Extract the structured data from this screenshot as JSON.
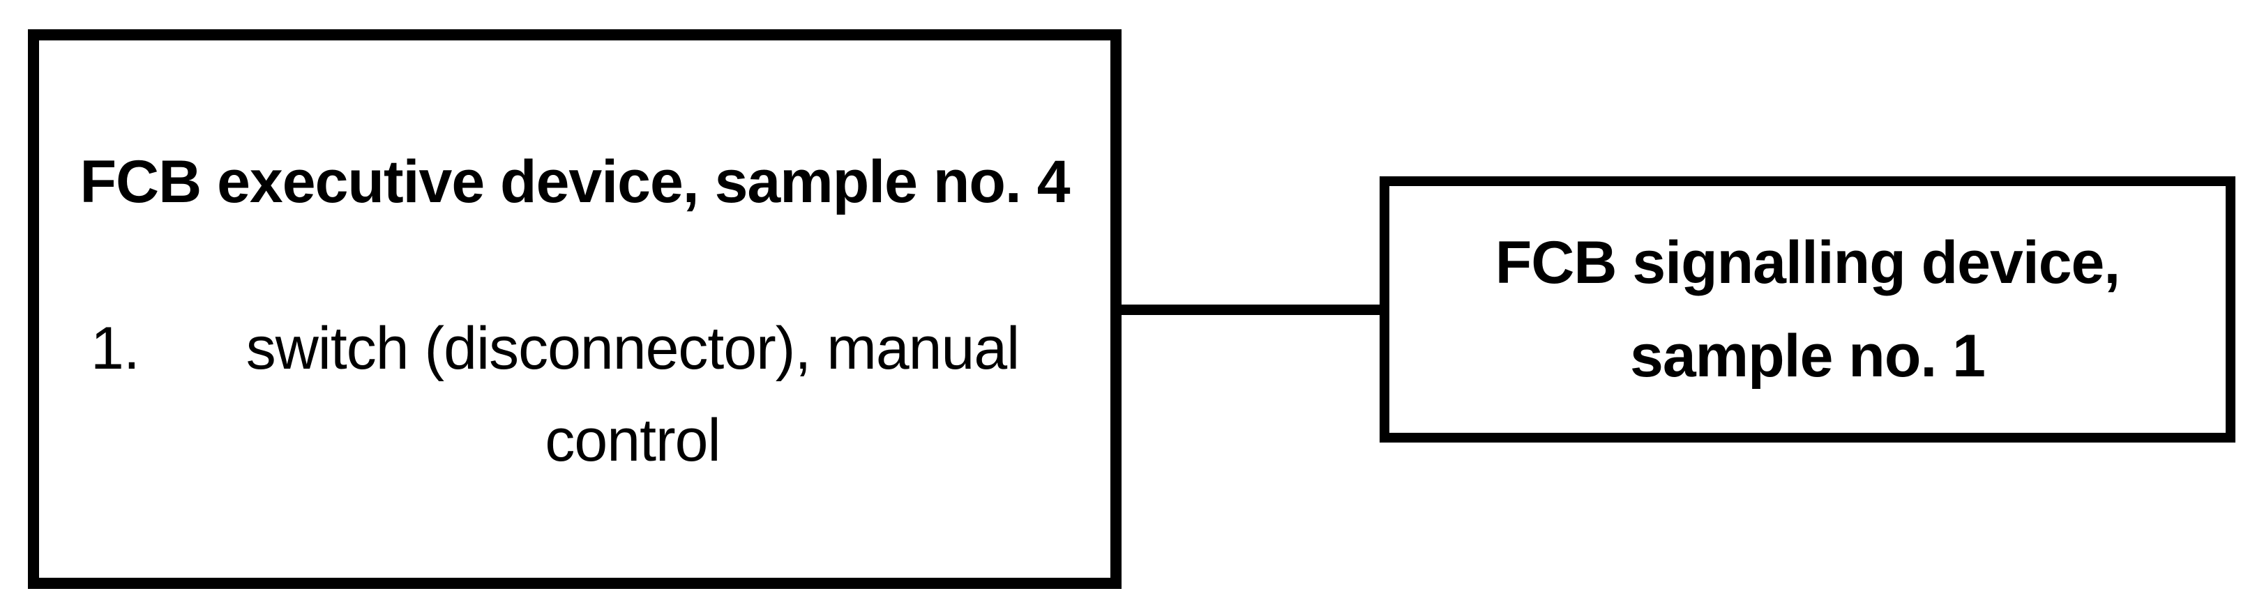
{
  "diagram": {
    "background_color": "#ffffff",
    "stroke_color": "#000000",
    "left_box": {
      "title": "FCB executive device, sample no. 4",
      "list_item": {
        "number": "1.",
        "lines": [
          "switch (disconnector), manual",
          "control"
        ]
      }
    },
    "right_box": {
      "lines": [
        "FCB signalling device,",
        "sample no. 1"
      ]
    }
  }
}
